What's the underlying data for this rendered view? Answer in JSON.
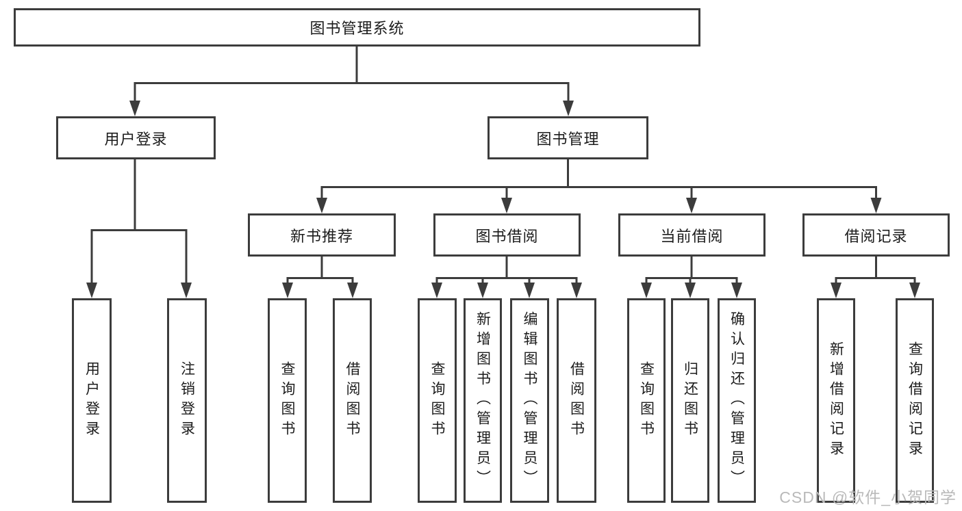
{
  "tree": {
    "label": "图书管理系统",
    "children": [
      {
        "label": "用户登录",
        "children": [
          {
            "label": "用户登录"
          },
          {
            "label": "注销登录"
          }
        ]
      },
      {
        "label": "图书管理",
        "children": [
          {
            "label": "新书推荐",
            "children": [
              {
                "label": "查询图书"
              },
              {
                "label": "借阅图书"
              }
            ]
          },
          {
            "label": "图书借阅",
            "children": [
              {
                "label": "查询图书"
              },
              {
                "label": "新增图书（管理员）"
              },
              {
                "label": "编辑图书（管理员）"
              },
              {
                "label": "借阅图书"
              }
            ]
          },
          {
            "label": "当前借阅",
            "children": [
              {
                "label": "查询图书"
              },
              {
                "label": "归还图书"
              },
              {
                "label": "确认归还（管理员）"
              }
            ]
          },
          {
            "label": "借阅记录",
            "children": [
              {
                "label": "新增借阅记录"
              },
              {
                "label": "查询借阅记录"
              }
            ]
          }
        ]
      }
    ]
  },
  "watermark": "CSDN @软件_小贺同学",
  "colors": {
    "line": "#3c3c3c",
    "box_border": "#3c3c3c",
    "text": "#1c1c1c",
    "background": "#ffffff",
    "watermark": "#b9b9b9"
  }
}
